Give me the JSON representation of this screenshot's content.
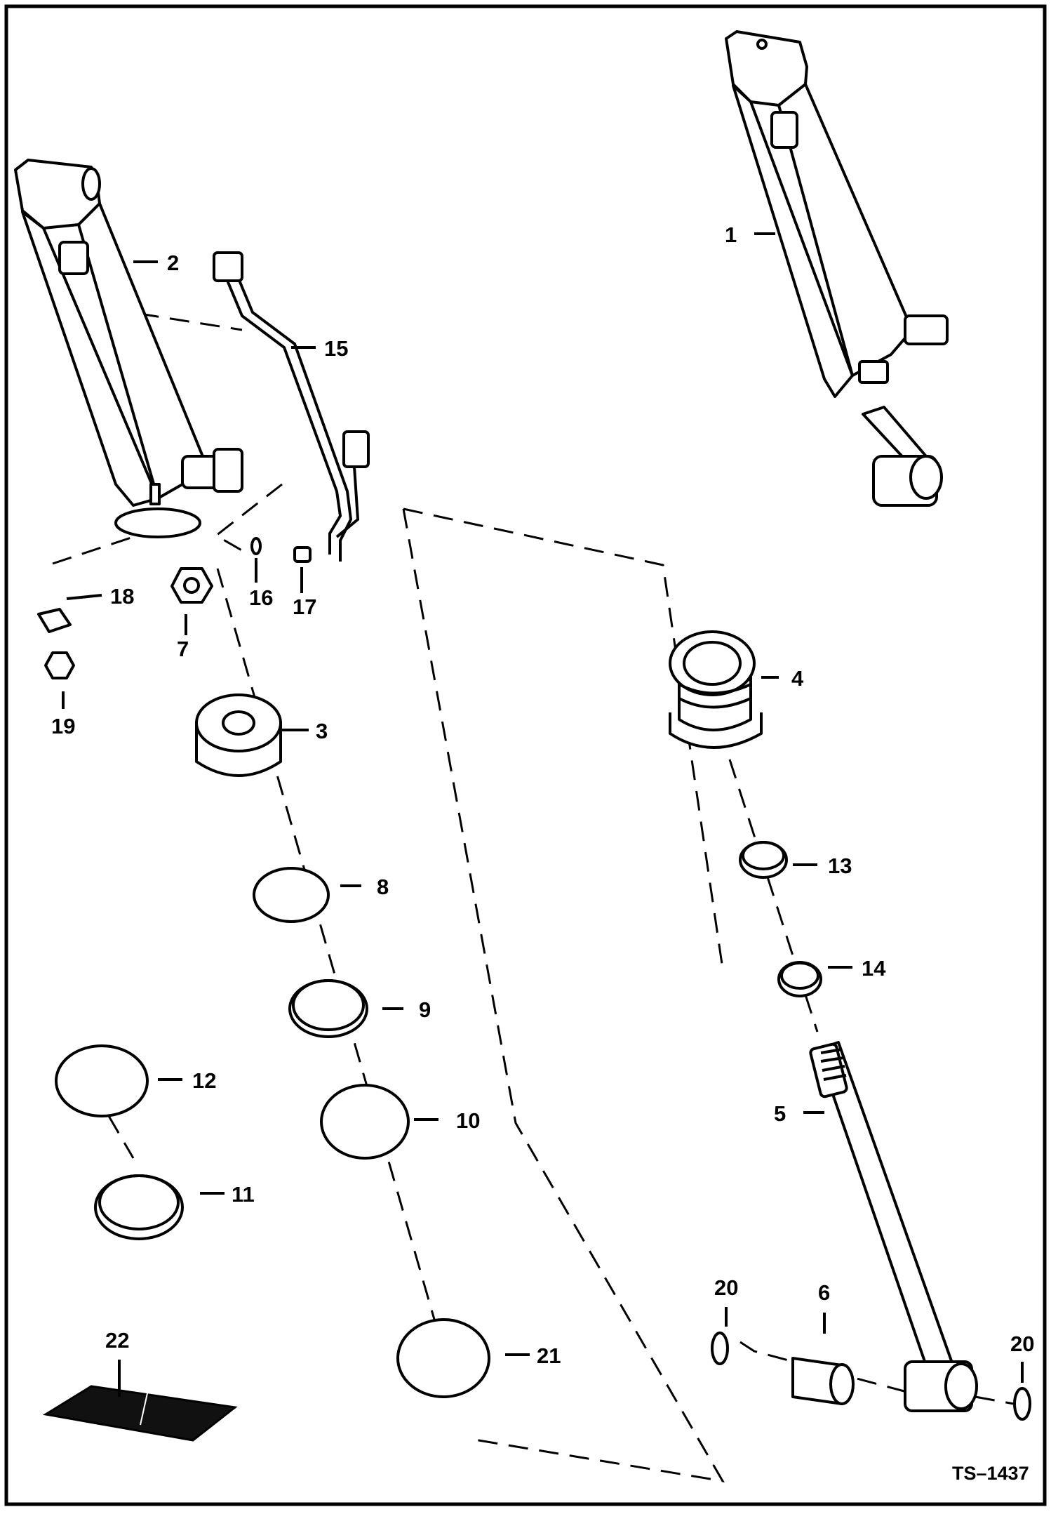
{
  "drawing_id": "TS–1437",
  "callouts": {
    "c1": "1",
    "c2": "2",
    "c3": "3",
    "c4": "4",
    "c5": "5",
    "c6": "6",
    "c7": "7",
    "c8": "8",
    "c9": "9",
    "c10": "10",
    "c11": "11",
    "c12": "12",
    "c13": "13",
    "c14": "14",
    "c15": "15",
    "c16": "16",
    "c17": "17",
    "c18": "18",
    "c19": "19",
    "c20a": "20",
    "c20b": "20",
    "c21": "21",
    "c22": "22"
  }
}
